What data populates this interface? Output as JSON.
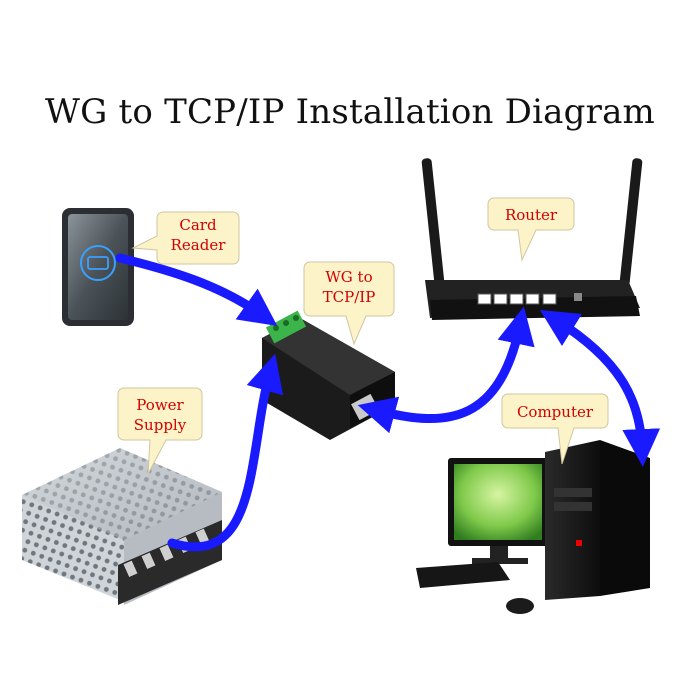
{
  "title": "WG to TCP/IP Installation Diagram",
  "callouts": {
    "card_reader": [
      "Card",
      "Reader"
    ],
    "converter": [
      "WG to",
      "TCP/IP"
    ],
    "router": [
      "Router"
    ],
    "power_supply": [
      "Power",
      "Supply"
    ],
    "computer": [
      "Computer"
    ]
  },
  "colors": {
    "connector": "#1a1aff",
    "callout_fill": "#fcf4c8",
    "callout_text": "#d40000"
  }
}
